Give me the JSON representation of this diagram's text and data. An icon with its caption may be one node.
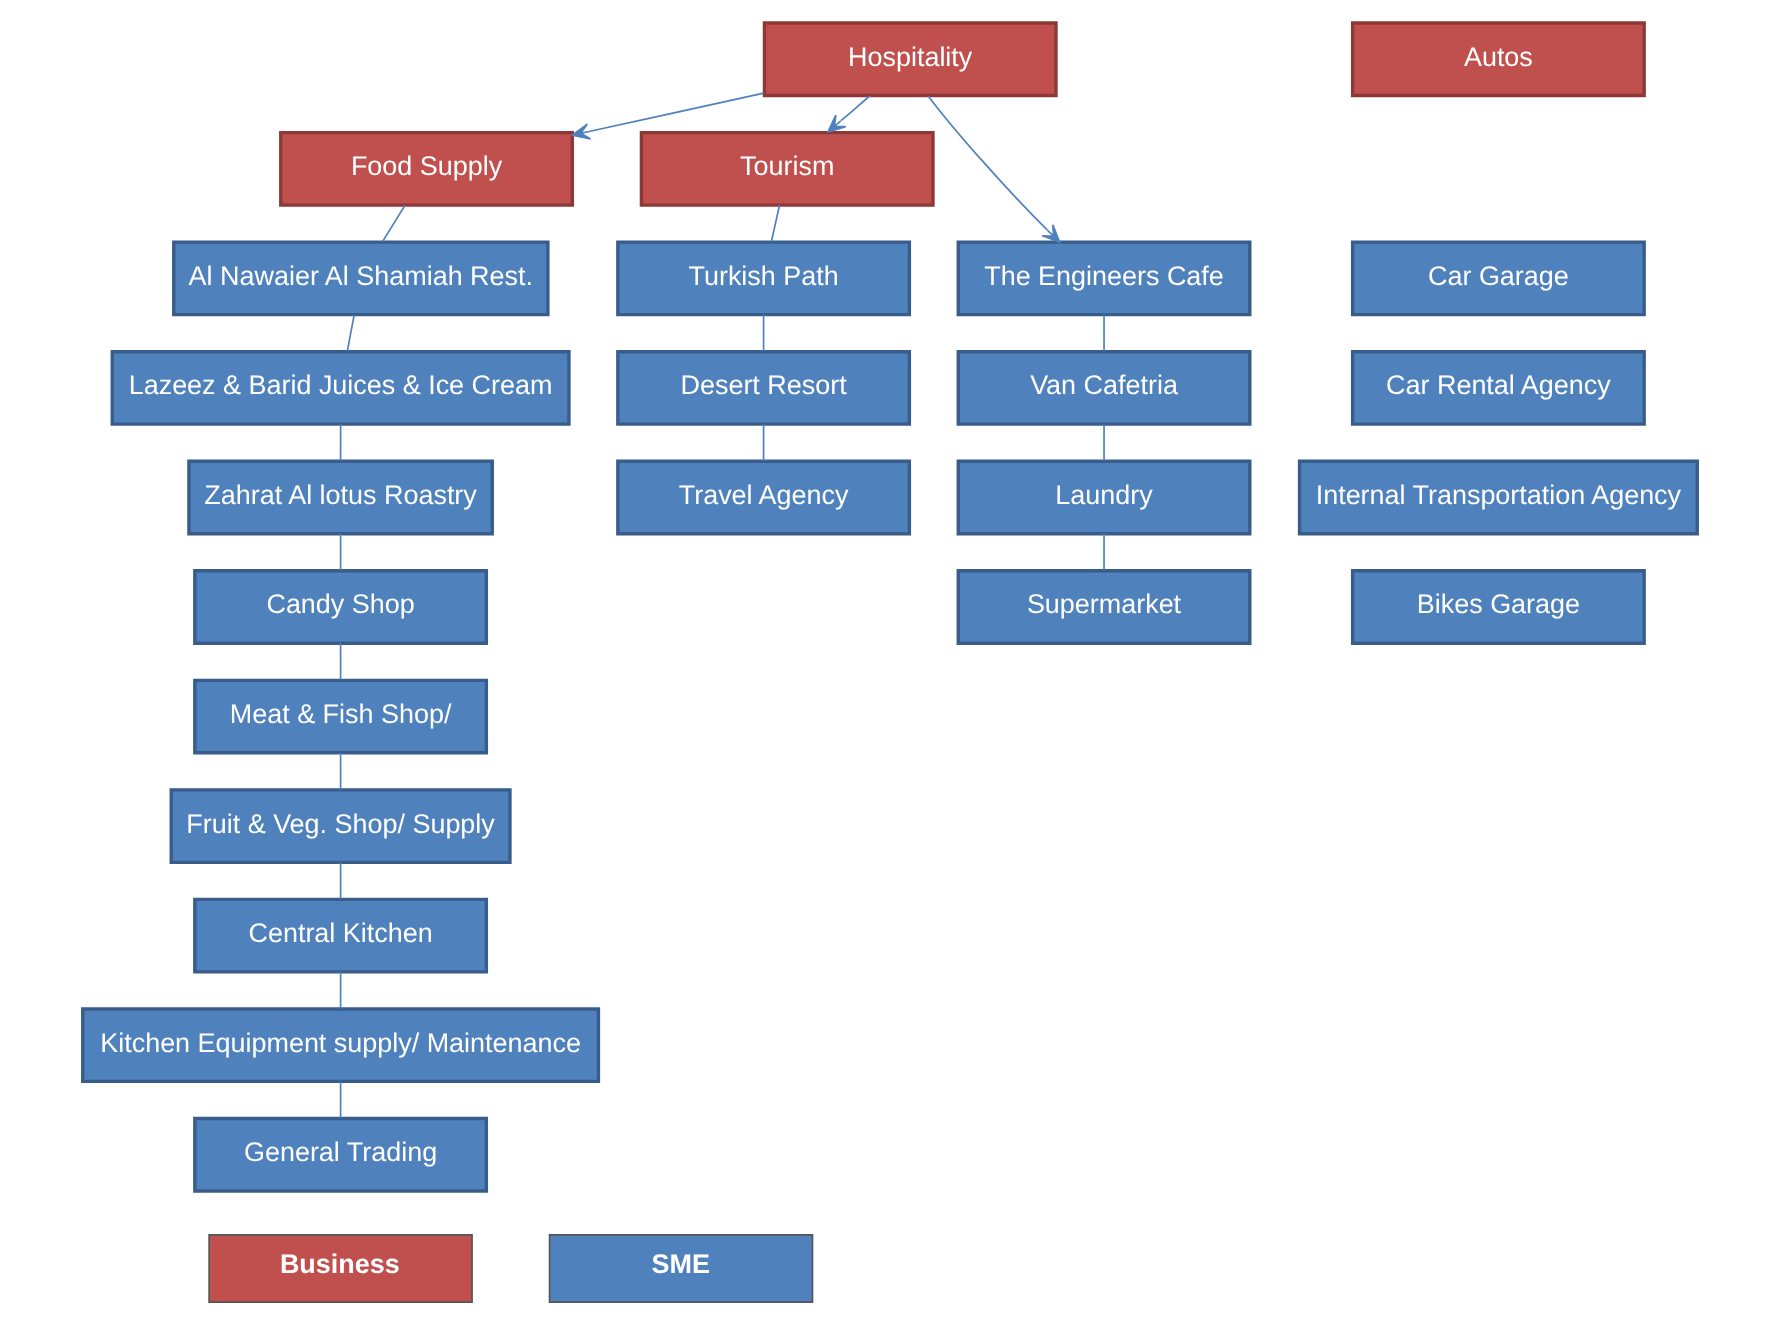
{
  "diagram": {
    "nodes": [
      {
        "text": [
          "Hospitality"
        ]
      },
      {
        "text": [
          "Autos"
        ]
      },
      {
        "text": [
          "Food Supply"
        ]
      },
      {
        "text": [
          "Tourism"
        ]
      },
      {
        "text": [
          "Al Nawaier Al Shamiah Rest."
        ]
      },
      {
        "text": [
          "Lazeez & Barid Juices & Ice Cream"
        ]
      },
      {
        "text": [
          "Zahrat Al lotus Roastry"
        ]
      },
      {
        "text": [
          "Candy Shop"
        ]
      },
      {
        "text": [
          "Meat & Fish Shop/"
        ]
      },
      {
        "text": [
          "Fruit & Veg. Shop/ Supply"
        ]
      },
      {
        "text": [
          "Central Kitchen"
        ]
      },
      {
        "text": [
          "Kitchen Equipment supply/ Maintenance"
        ]
      },
      {
        "text": [
          "General Trading"
        ]
      },
      {
        "text": [
          "The Engineers Cafe"
        ]
      },
      {
        "text": [
          "Van Cafetria"
        ]
      },
      {
        "text": [
          "Laundry"
        ]
      },
      {
        "text": [
          "Supermarket"
        ]
      },
      {
        "text": [
          "Turkish Path"
        ]
      },
      {
        "text": [
          "Desert Resort"
        ]
      },
      {
        "text": [
          "Travel Agency"
        ]
      },
      {
        "text": [
          "Car Garage"
        ]
      },
      {
        "text": [
          "Car Rental Agency"
        ]
      },
      {
        "text": [
          "Internal Transportation Agency"
        ]
      },
      {
        "text": [
          "Bikes Garage"
        ]
      }
    ],
    "edges": [
      {
        "from": 0,
        "to": 2,
        "arrow": "to"
      },
      {
        "from": 0,
        "to": 13,
        "arrow": "to"
      },
      {
        "from": 0,
        "to": 3,
        "arrow": "to"
      },
      {
        "from": 2,
        "to": 4,
        "arrow": "none"
      },
      {
        "from": 4,
        "to": 5,
        "arrow": "none"
      },
      {
        "from": 5,
        "to": 6,
        "arrow": "none"
      },
      {
        "from": 6,
        "to": 7,
        "arrow": "none"
      },
      {
        "from": 7,
        "to": 8,
        "arrow": "none"
      },
      {
        "from": 8,
        "to": 9,
        "arrow": "none"
      },
      {
        "from": 9,
        "to": 10,
        "arrow": "none"
      },
      {
        "from": 10,
        "to": 11,
        "arrow": "none"
      },
      {
        "from": 11,
        "to": 12,
        "arrow": "none"
      },
      {
        "from": 13,
        "to": 14,
        "arrow": "none"
      },
      {
        "from": 14,
        "to": 15,
        "arrow": "none"
      },
      {
        "from": 15,
        "to": 16,
        "arrow": "none"
      },
      {
        "from": 3,
        "to": 17,
        "arrow": "none"
      },
      {
        "from": 17,
        "to": 18,
        "arrow": "none"
      },
      {
        "from": 18,
        "to": 19,
        "arrow": "none"
      }
    ],
    "legend": [
      {
        "text": "Business",
        "color": "#c0504d"
      },
      {
        "text": "SME",
        "color": "#4f81bd"
      }
    ]
  }
}
